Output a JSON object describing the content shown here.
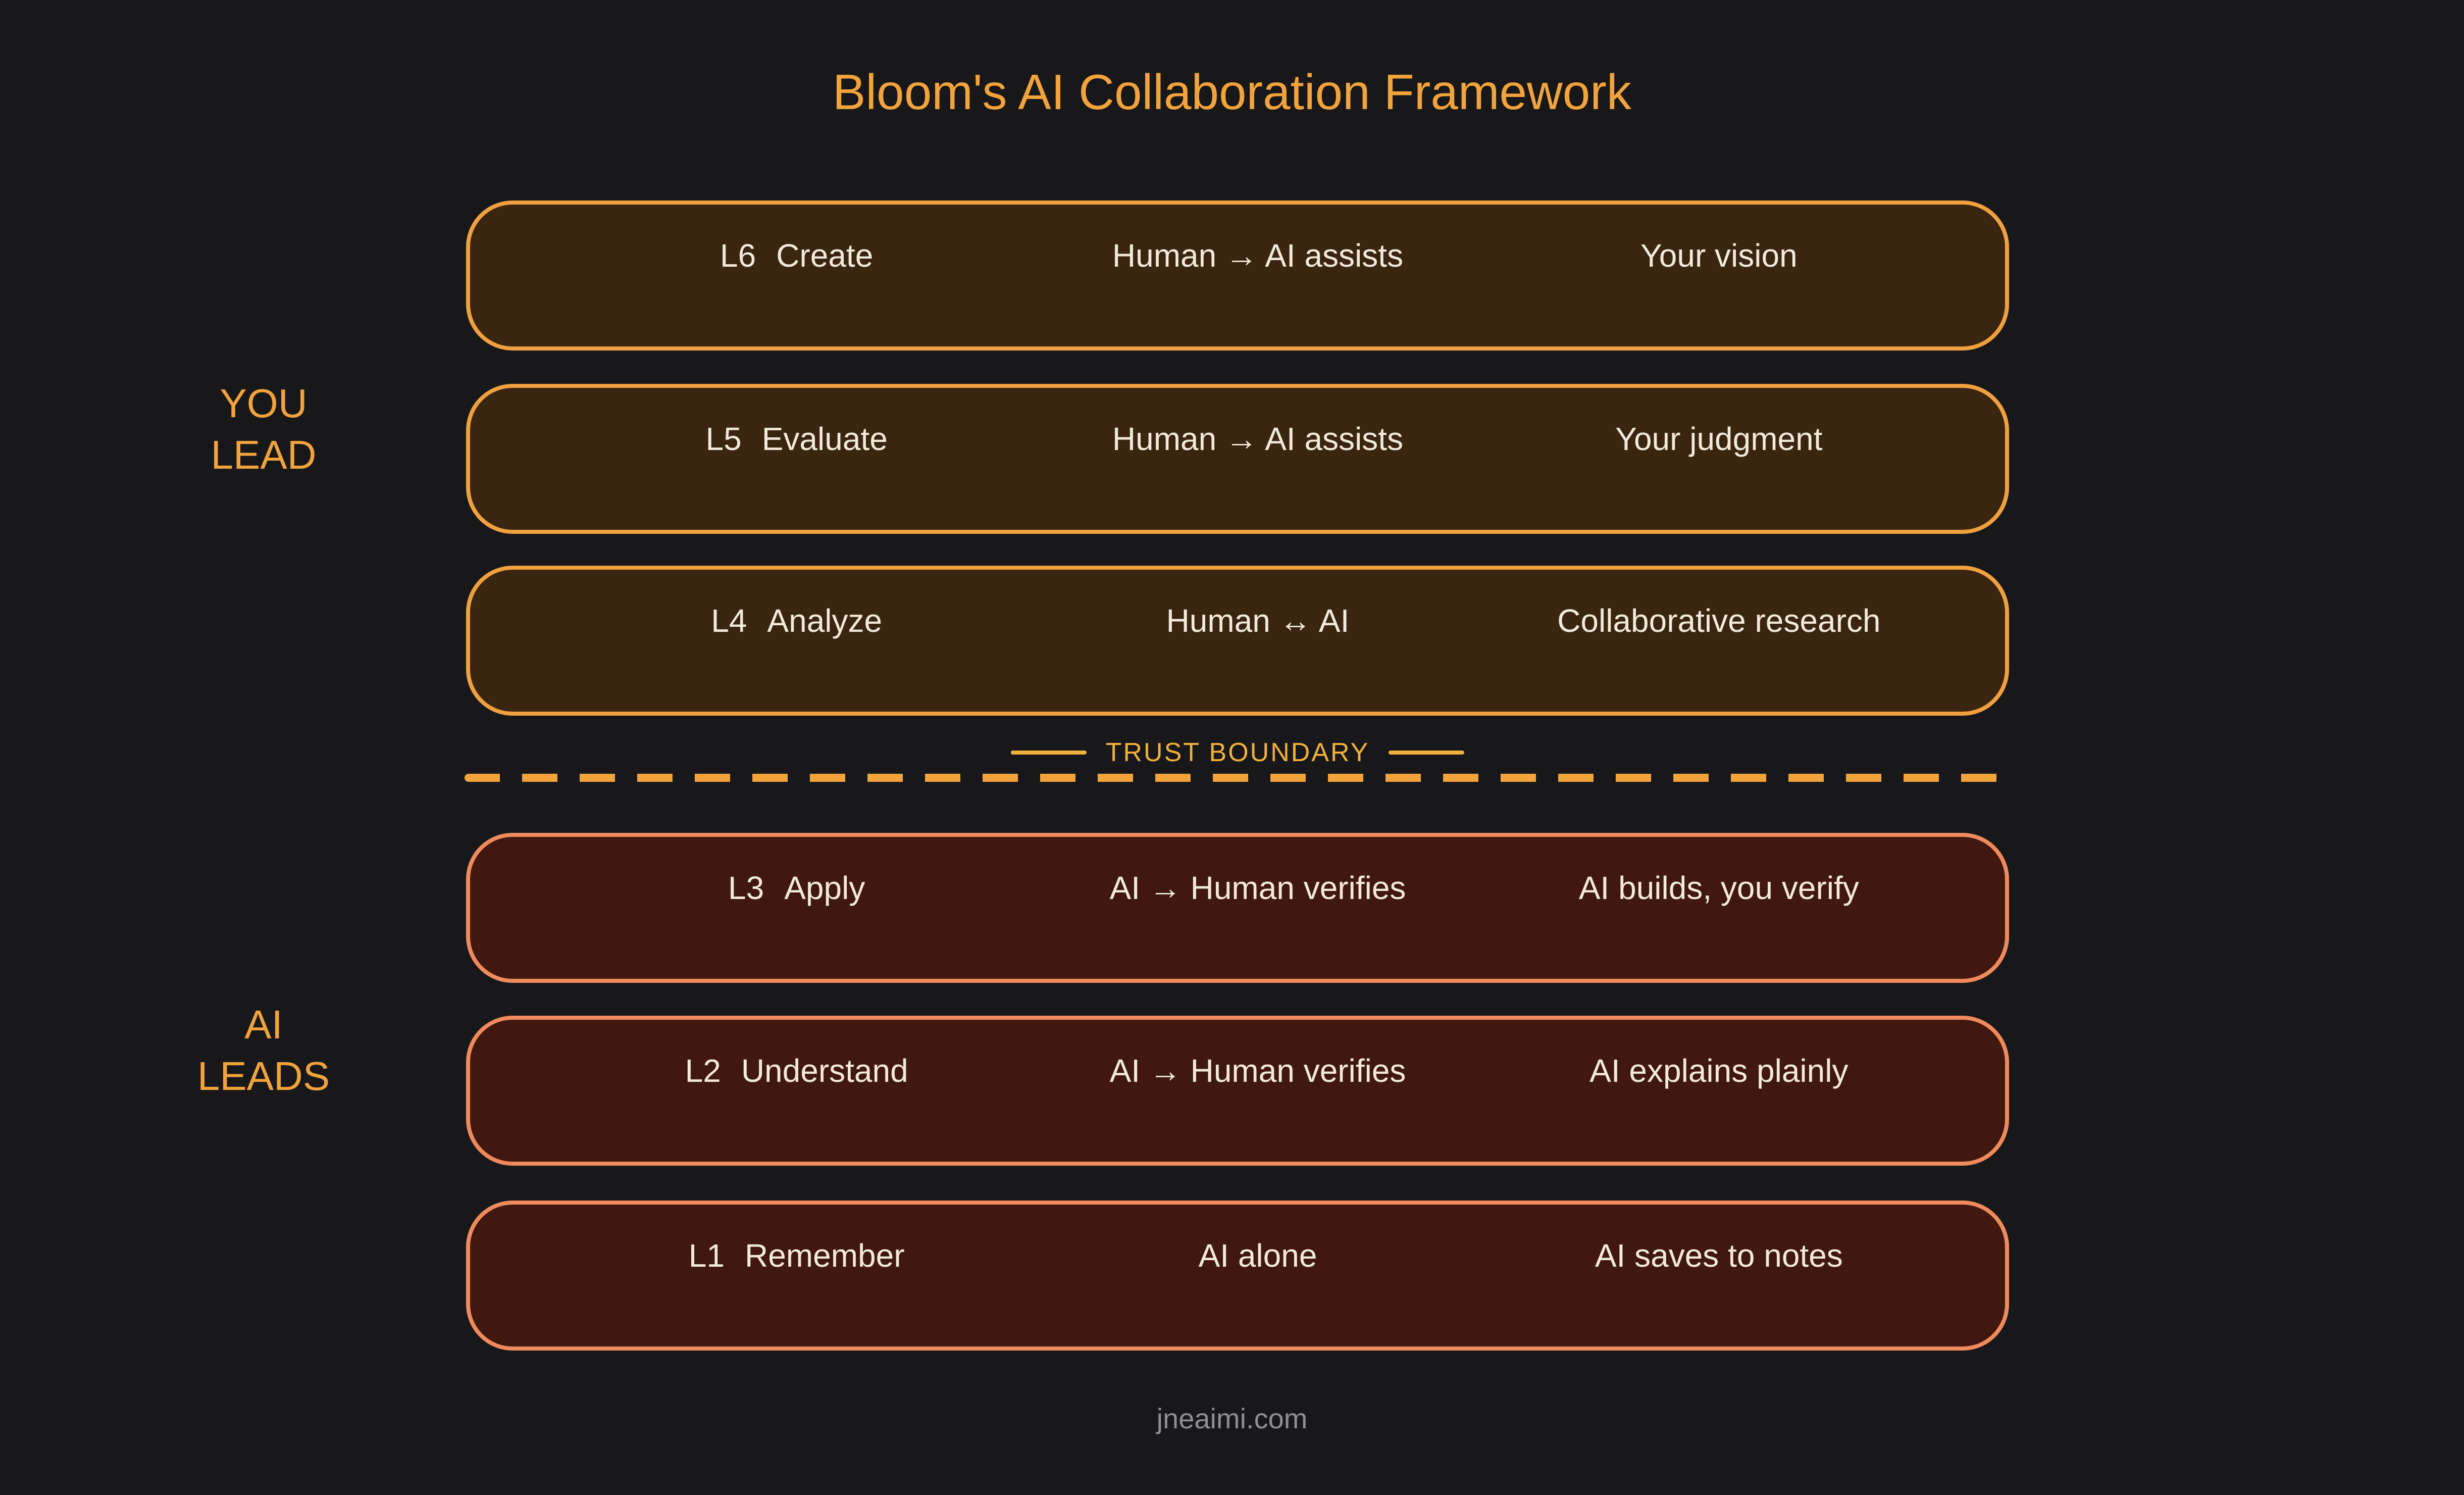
{
  "title": "Bloom's AI Collaboration Framework",
  "side_labels": {
    "you_lead": {
      "line1": "YOU",
      "line2": "LEAD"
    },
    "ai_leads": {
      "line1": "AI",
      "line2": "LEADS"
    }
  },
  "levels": [
    {
      "code": "L6",
      "name": "Create",
      "interaction": "Human → AI assists",
      "description": "Your vision"
    },
    {
      "code": "L5",
      "name": "Evaluate",
      "interaction": "Human → AI assists",
      "description": "Your judgment"
    },
    {
      "code": "L4",
      "name": "Analyze",
      "interaction": "Human ↔ AI",
      "description": "Collaborative research"
    },
    {
      "code": "L3",
      "name": "Apply",
      "interaction": "AI → Human verifies",
      "description": "AI builds, you verify"
    },
    {
      "code": "L2",
      "name": "Understand",
      "interaction": "AI → Human verifies",
      "description": "AI explains plainly"
    },
    {
      "code": "L1",
      "name": "Remember",
      "interaction": "AI alone",
      "description": "AI saves to notes"
    }
  ],
  "trust_boundary": {
    "label": "TRUST BOUNDARY"
  },
  "footer": "jneaimi.com",
  "colors": {
    "background": "#18181a",
    "accent_orange": "#f2a33c",
    "top_box_fill": "#3a2511",
    "top_box_border": "#f0a03e",
    "bottom_box_fill": "#40180f",
    "bottom_box_border": "#ef8a5c",
    "box_text": "#f4ead9",
    "boundary_color": "#f2b13c",
    "footer_text": "#8e8e93"
  }
}
